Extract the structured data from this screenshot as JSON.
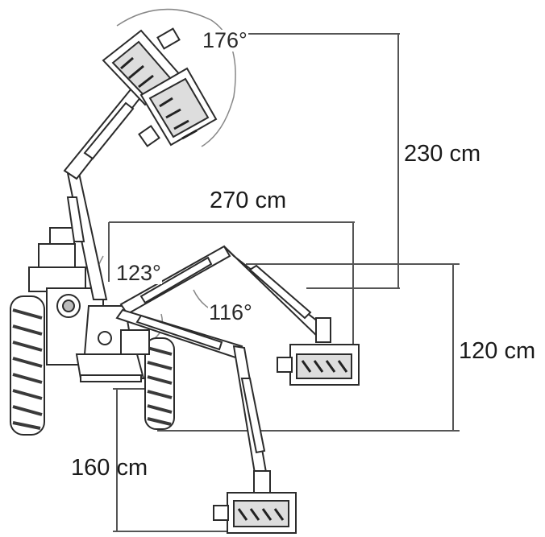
{
  "dimensions": {
    "vertical_reach_top": "230 cm",
    "horizontal_reach": "270 cm",
    "side_height": "120 cm",
    "depth_below_ground": "160 cm"
  },
  "angles": {
    "head_rotation": "176°",
    "boom_angle": "123°",
    "arm_angle": "116°"
  },
  "colors": {
    "line": "#2b2b2b",
    "dimension_line": "#555555",
    "tyre": "#3a3a3a",
    "fill": "#ffffff"
  }
}
